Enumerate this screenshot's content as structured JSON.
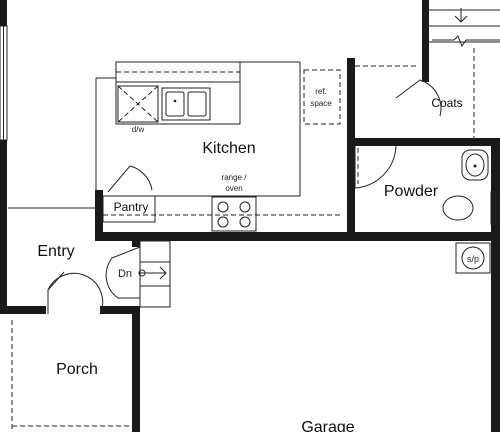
{
  "rooms": {
    "kitchen": "Kitchen",
    "powder": "Powder",
    "coats": "Coats",
    "pantry": "Pantry",
    "entry": "Entry",
    "porch": "Porch",
    "garage": "Garage"
  },
  "fixtures": {
    "dishwasher": "d/w",
    "fridge_line1": "ref.",
    "fridge_line2": "space",
    "range_line1": "range /",
    "range_line2": "oven",
    "stairs_down": "Dn",
    "smoke_panel": "s/p"
  }
}
